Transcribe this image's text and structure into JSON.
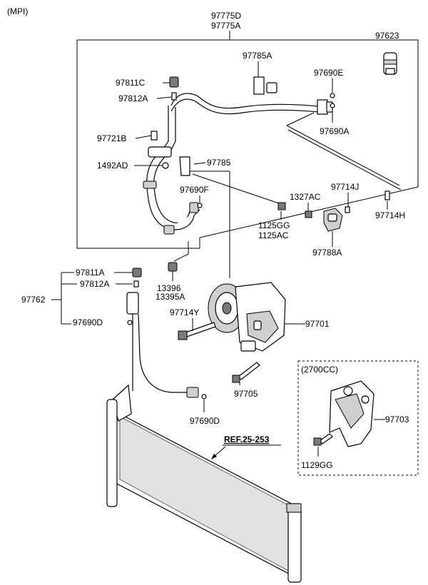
{
  "header": {
    "variant": "(MPI)"
  },
  "labels": {
    "p97775D": "97775D",
    "p97775A": "97775A",
    "p97623": "97623",
    "p97785A": "97785A",
    "p97811C": "97811C",
    "p97690E": "97690E",
    "p97812A_top": "97812A",
    "p97690A": "97690A",
    "p97721B": "97721B",
    "p1492AD": "1492AD",
    "p97785": "97785",
    "p97690F": "97690F",
    "p1327AC": "1327AC",
    "p97714J": "97714J",
    "p1125GG": "1125GG",
    "p1125AC": "1125AC",
    "p97714H": "97714H",
    "p97788A": "97788A",
    "p97811A": "97811A",
    "p97812A": "97812A",
    "p97762": "97762",
    "p13396": "13396",
    "p13395A": "13395A",
    "p97714Y": "97714Y",
    "p97701": "97701",
    "p97690D_upper": "97690D",
    "p97705": "97705",
    "p97690D_lower": "97690D",
    "ref": "REF.25-253",
    "p97703": "97703",
    "p1129GG": "1129GG"
  },
  "inset": {
    "title": "(2700CC)"
  }
}
